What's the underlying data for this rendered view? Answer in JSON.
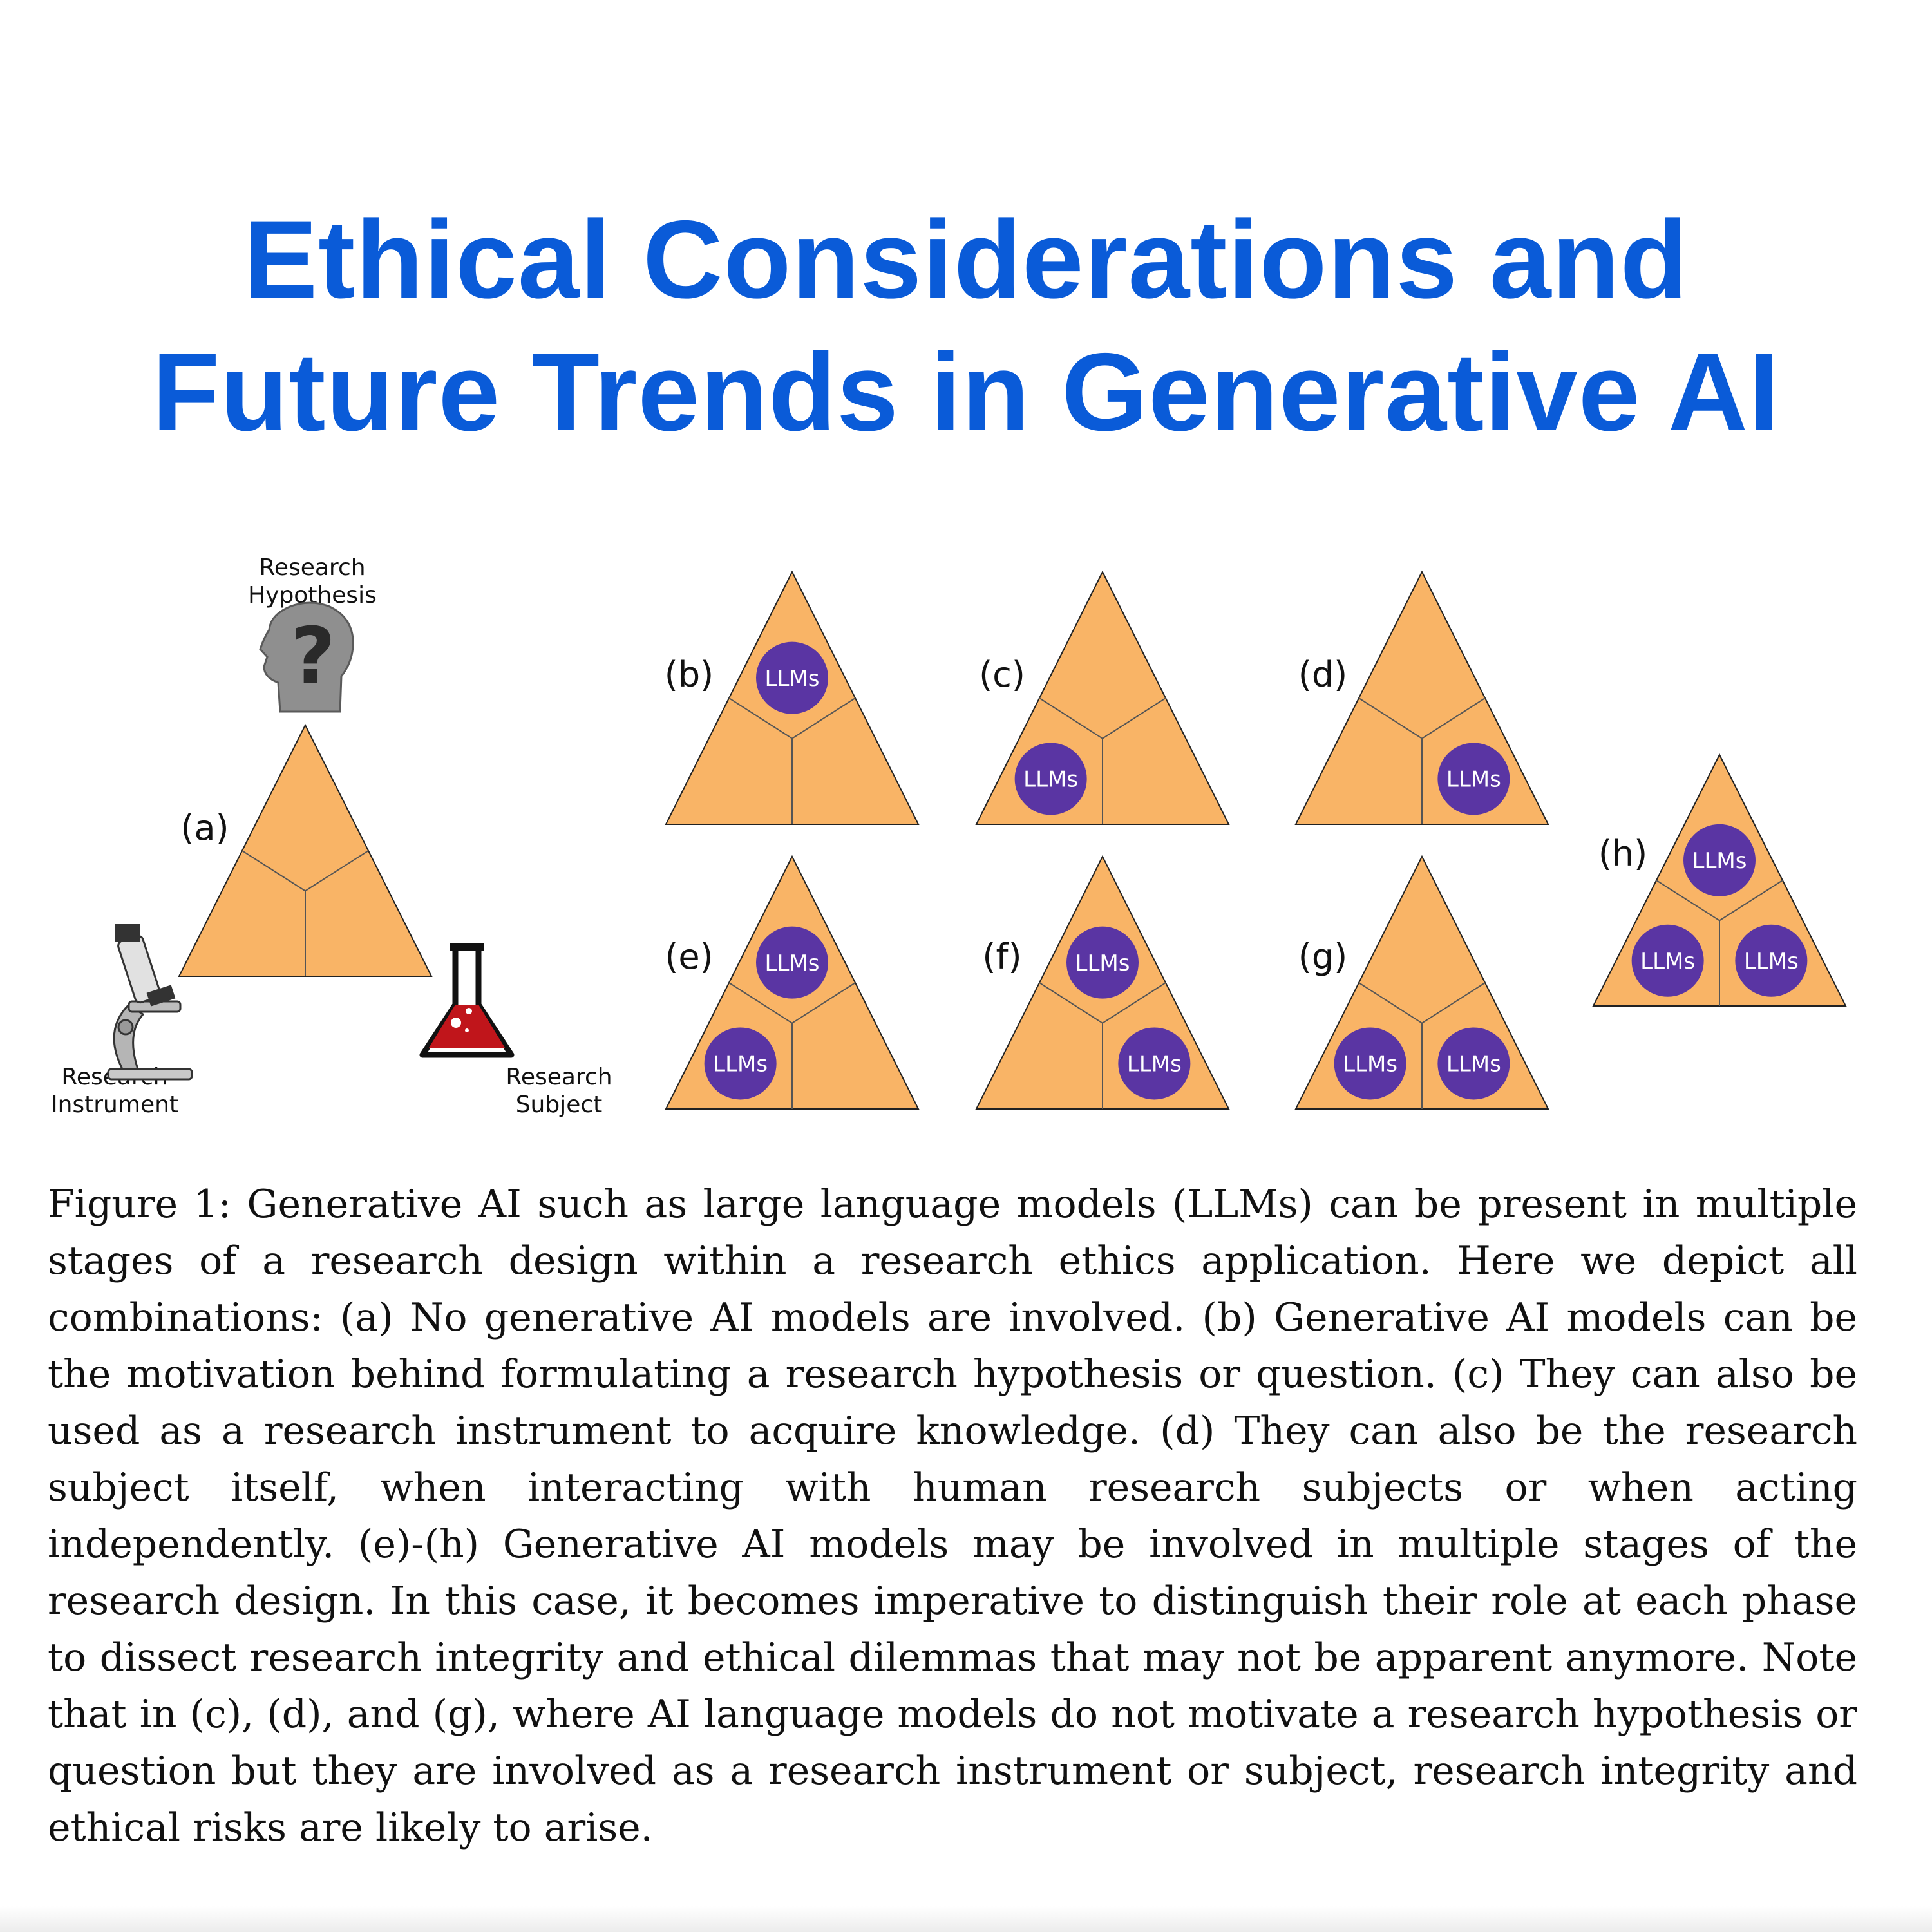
{
  "title": {
    "line1": "Ethical Considerations and",
    "line2": "Future Trends in Generative AI"
  },
  "figure": {
    "corner_labels": {
      "hypothesis_line1": "Research",
      "hypothesis_line2": "Hypothesis",
      "instrument_line1": "Research",
      "instrument_line2": "Instrument",
      "subject_line1": "Research",
      "subject_line2": "Subject"
    },
    "icons": {
      "hypothesis": "head-question-icon",
      "instrument": "microscope-icon",
      "subject": "flask-icon"
    },
    "llm_badge_text": "LLMs",
    "colors": {
      "triangle_fill": "#f9b466",
      "badge_fill": "#5a35a3",
      "flask_liquid": "#c0151b"
    },
    "panels": [
      {
        "label": "(a)",
        "llm_top": false,
        "llm_left": false,
        "llm_right": false
      },
      {
        "label": "(b)",
        "llm_top": true,
        "llm_left": false,
        "llm_right": false
      },
      {
        "label": "(c)",
        "llm_top": false,
        "llm_left": true,
        "llm_right": false
      },
      {
        "label": "(d)",
        "llm_top": false,
        "llm_left": false,
        "llm_right": true
      },
      {
        "label": "(e)",
        "llm_top": true,
        "llm_left": true,
        "llm_right": false
      },
      {
        "label": "(f)",
        "llm_top": true,
        "llm_left": false,
        "llm_right": true
      },
      {
        "label": "(g)",
        "llm_top": false,
        "llm_left": true,
        "llm_right": true
      },
      {
        "label": "(h)",
        "llm_top": true,
        "llm_left": true,
        "llm_right": true
      }
    ]
  },
  "caption": "Figure 1: Generative AI such as large language models (LLMs) can be present in multiple stages of a research design within a research ethics application. Here we depict all combinations: (a) No generative AI models are involved. (b) Generative AI models can be the motivation behind formulating a research hypothesis or question. (c) They can also be used as a research instrument to acquire knowledge. (d) They can also be the research subject itself, when interacting with human research subjects or when acting independently. (e)-(h) Generative AI models may be involved in multiple stages of the research design. In this case, it becomes imperative to distinguish their role at each phase to dissect research integrity and ethical dilemmas that may not be apparent anymore. Note that in (c), (d), and (g), where AI language models do not motivate a research hypothesis or question but they are involved as a research instrument or subject, research integrity and ethical risks are likely to arise."
}
